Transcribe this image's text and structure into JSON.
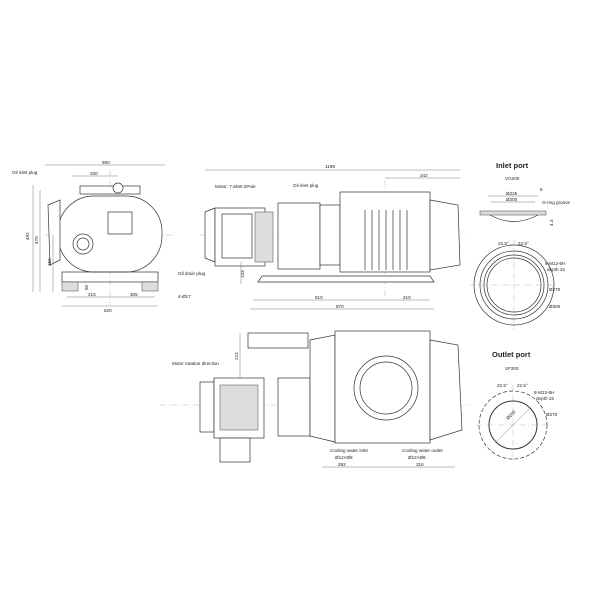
{
  "front_view": {
    "labels": {
      "oil_inlet_plug": "Oil inlet plug",
      "oil_drain_plug": "Oil drain plug",
      "feet_holes": "4-Ø17"
    },
    "dimensions": {
      "width_total": "590",
      "width_partial": "330",
      "height_total": "492",
      "height_2": "470",
      "height_3": "360",
      "foot_height": "50",
      "foot_left": "215",
      "foot_right": "305",
      "base_width": "520"
    }
  },
  "side_view": {
    "labels": {
      "motor": "Motor: 7.5kW-2Pole",
      "oil_inlet_plug": "Oil inlet plug"
    },
    "dimensions": {
      "length_total": "1198",
      "right_offset": "342",
      "base_height": "133",
      "base_left": "610",
      "base_right": "210",
      "base_total": "870"
    }
  },
  "inlet_port": {
    "title": "Inlet port",
    "standard": "VG200",
    "labels": {
      "dia_outer_groove": "Ø225",
      "dia_inner": "Ø200",
      "groove_width": "8",
      "o_ring": "O-ring groove",
      "groove_depth": "4.3",
      "angle_left": "22.5°",
      "angle_right": "22.5°",
      "threads": "8-M12-6H",
      "thread_depth": "depth 15",
      "bolt_circle": "Ø270",
      "flange_dia": "Ø300"
    }
  },
  "top_view": {
    "labels": {
      "motor_rotation": "Motor rotation direction",
      "cooling_inlet": "Cooling water inlet",
      "cooling_inlet_size": "Ø12×Ø8",
      "cooling_outlet": "Cooling water outlet",
      "cooling_outlet_size": "Ø12×Ø8"
    },
    "dimensions": {
      "offset": "224",
      "left": "292",
      "right": "316"
    }
  },
  "outlet_port": {
    "title": "Outlet port",
    "standard": "VF200",
    "labels": {
      "angle_left": "22.5°",
      "angle_right": "22.5°",
      "threads": "8-M12-6H",
      "thread_depth": "depth 15",
      "bolt_circle": "Ø270",
      "bore": "Ø200"
    }
  }
}
